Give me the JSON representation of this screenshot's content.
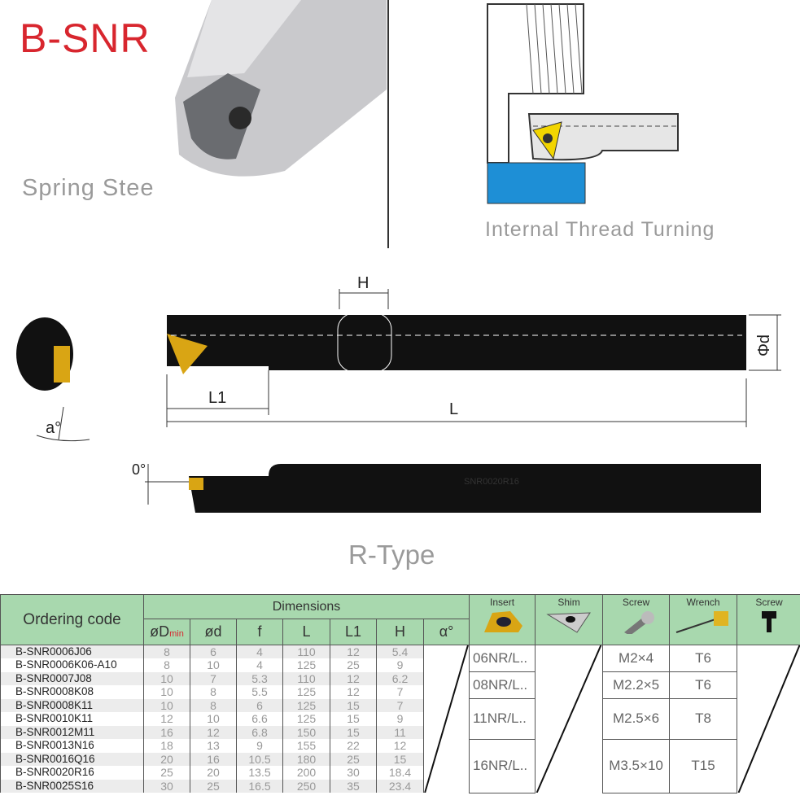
{
  "header": {
    "title": "B-SNR",
    "material": "Spring Stee",
    "diagram_caption": "Internal Thread Turning"
  },
  "drawing": {
    "dim_H": "H",
    "dim_d": "Φd",
    "dim_L1": "L1",
    "dim_L": "L",
    "dim_a": "a°",
    "dim_0": "0°",
    "bar_marking": "SNR0020R16",
    "type_label": "R-Type"
  },
  "table": {
    "col_code": "Ordering code",
    "col_dimensions": "Dimensions",
    "dims": {
      "D": "øD",
      "D_sub": "min",
      "d": "ød",
      "f": "f",
      "L": "L",
      "L1": "L1",
      "H": "H",
      "alpha": "α°"
    },
    "acc": {
      "insert": "Insert",
      "shim": "Shim",
      "screw": "Screw",
      "wrench": "Wrench",
      "screw2": "Screw"
    },
    "rows": [
      {
        "code": "B-SNR0006J06",
        "D": "8",
        "d": "6",
        "f": "4",
        "L": "110",
        "L1": "12",
        "H": "5.4"
      },
      {
        "code": "B-SNR0006K06-A10",
        "D": "8",
        "d": "10",
        "f": "4",
        "L": "125",
        "L1": "25",
        "H": "9"
      },
      {
        "code": "B-SNR0007J08",
        "D": "10",
        "d": "7",
        "f": "5.3",
        "L": "110",
        "L1": "12",
        "H": "6.2"
      },
      {
        "code": "B-SNR0008K08",
        "D": "10",
        "d": "8",
        "f": "5.5",
        "L": "125",
        "L1": "12",
        "H": "7"
      },
      {
        "code": "B-SNR0008K11",
        "D": "10",
        "d": "8",
        "f": "6",
        "L": "125",
        "L1": "15",
        "H": "7"
      },
      {
        "code": "B-SNR0010K11",
        "D": "12",
        "d": "10",
        "f": "6.6",
        "L": "125",
        "L1": "15",
        "H": "9"
      },
      {
        "code": "B-SNR0012M11",
        "D": "16",
        "d": "12",
        "f": "6.8",
        "L": "150",
        "L1": "15",
        "H": "11"
      },
      {
        "code": "B-SNR0013N16",
        "D": "18",
        "d": "13",
        "f": "9",
        "L": "155",
        "L1": "22",
        "H": "12"
      },
      {
        "code": "B-SNR0016Q16",
        "D": "20",
        "d": "16",
        "f": "10.5",
        "L": "180",
        "L1": "25",
        "H": "15"
      },
      {
        "code": "B-SNR0020R16",
        "D": "25",
        "d": "20",
        "f": "13.5",
        "L": "200",
        "L1": "30",
        "H": "18.4"
      },
      {
        "code": "B-SNR0025S16",
        "D": "30",
        "d": "25",
        "f": "16.5",
        "L": "250",
        "L1": "35",
        "H": "23.4"
      }
    ],
    "groups": [
      {
        "insert": "06NR/L..",
        "screw": "M2×4",
        "wrench": "T6"
      },
      {
        "insert": "08NR/L..",
        "screw": "M2.2×5",
        "wrench": "T6"
      },
      {
        "insert": "11NR/L..",
        "screw": "M2.5×6",
        "wrench": "T8"
      },
      {
        "insert": "16NR/L..",
        "screw": "M3.5×10",
        "wrench": "T15"
      }
    ]
  }
}
